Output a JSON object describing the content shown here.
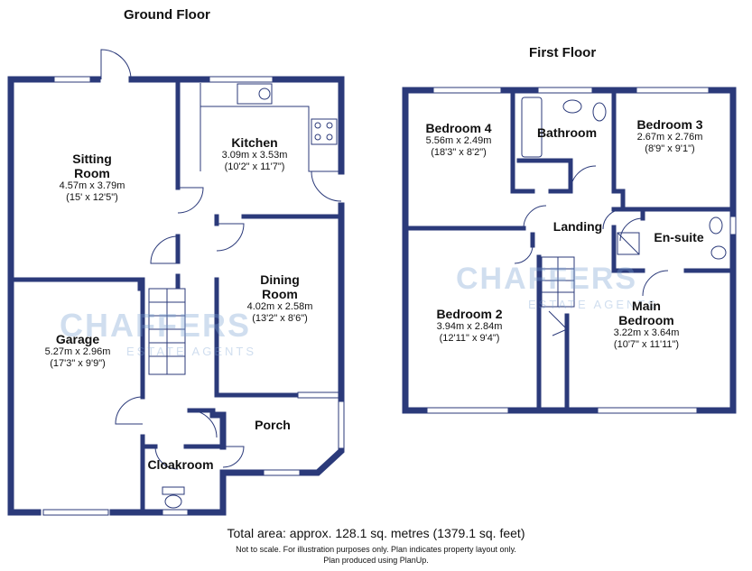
{
  "ground_floor": {
    "title": "Ground Floor",
    "rooms": {
      "sitting": {
        "name_1": "Sitting",
        "name_2": "Room",
        "metric": "4.57m x 3.79m",
        "imperial": "(15' x 12'5\")"
      },
      "kitchen": {
        "name": "Kitchen",
        "metric": "3.09m x 3.53m",
        "imperial": "(10'2\" x 11'7\")"
      },
      "dining": {
        "name_1": "Dining",
        "name_2": "Room",
        "metric": "4.02m x 2.58m",
        "imperial": "(13'2\" x 8'6\")"
      },
      "garage": {
        "name": "Garage",
        "metric": "5.27m x 2.96m",
        "imperial": "(17'3\" x 9'9\")"
      },
      "porch": {
        "name": "Porch"
      },
      "cloakroom": {
        "name": "Cloakroom"
      }
    }
  },
  "first_floor": {
    "title": "First Floor",
    "rooms": {
      "bedroom4": {
        "name": "Bedroom 4",
        "metric": "5.56m x 2.49m",
        "imperial": "(18'3\" x 8'2\")"
      },
      "bathroom": {
        "name": "Bathroom"
      },
      "bedroom3": {
        "name": "Bedroom 3",
        "metric": "2.67m x 2.76m",
        "imperial": "(8'9\" x 9'1\")"
      },
      "landing": {
        "name": "Landing"
      },
      "ensuite": {
        "name": "En-suite"
      },
      "bedroom2": {
        "name": "Bedroom 2",
        "metric": "3.94m x 2.84m",
        "imperial": "(12'11\" x 9'4\")"
      },
      "main_bedroom": {
        "name_1": "Main",
        "name_2": "Bedroom",
        "metric": "3.22m x 3.64m",
        "imperial": "(10'7\" x 11'11\")"
      }
    }
  },
  "watermark": {
    "brand": "CHAFFERS",
    "tagline": "ESTATE AGENTS"
  },
  "footer": {
    "total": "Total area: approx. 128.1 sq. metres (1379.1 sq. feet)",
    "note1": "Not to scale. For illustration purposes only. Plan indicates property layout only.",
    "note2": "Plan produced using PlanUp."
  },
  "colors": {
    "wall": "#2b3a7a",
    "watermark": "#9bbbe0"
  }
}
